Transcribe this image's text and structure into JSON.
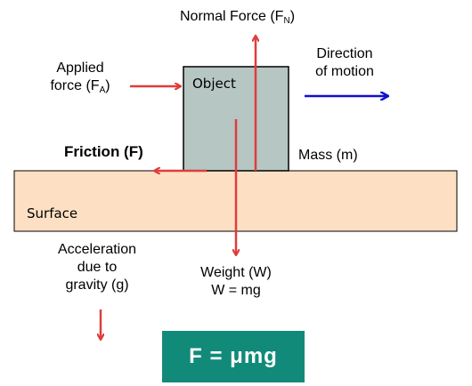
{
  "labels": {
    "normal_force": "Normal Force (F",
    "normal_force_sub": "N",
    "normal_force_close": ")",
    "direction_line1": "Direction",
    "direction_line2": "of motion",
    "applied_line1": "Applied",
    "applied_line2": "force (F",
    "applied_sub": "A",
    "applied_close": ")",
    "object": "Object",
    "friction": "Friction (F)",
    "mass": "Mass (m)",
    "surface": "Surface",
    "accel_line1": "Acceleration",
    "accel_line2": "due to",
    "accel_line3": "gravity (g)",
    "weight_line1": "Weight (W)",
    "weight_line2": "W = mg",
    "formula": "F = μmg"
  },
  "colors": {
    "force_arrow": "#e03c3c",
    "motion_arrow": "#1010d0",
    "object_fill": "#b6c6c2",
    "surface_fill": "#fde0c4",
    "formula_fill": "#118a7a"
  }
}
